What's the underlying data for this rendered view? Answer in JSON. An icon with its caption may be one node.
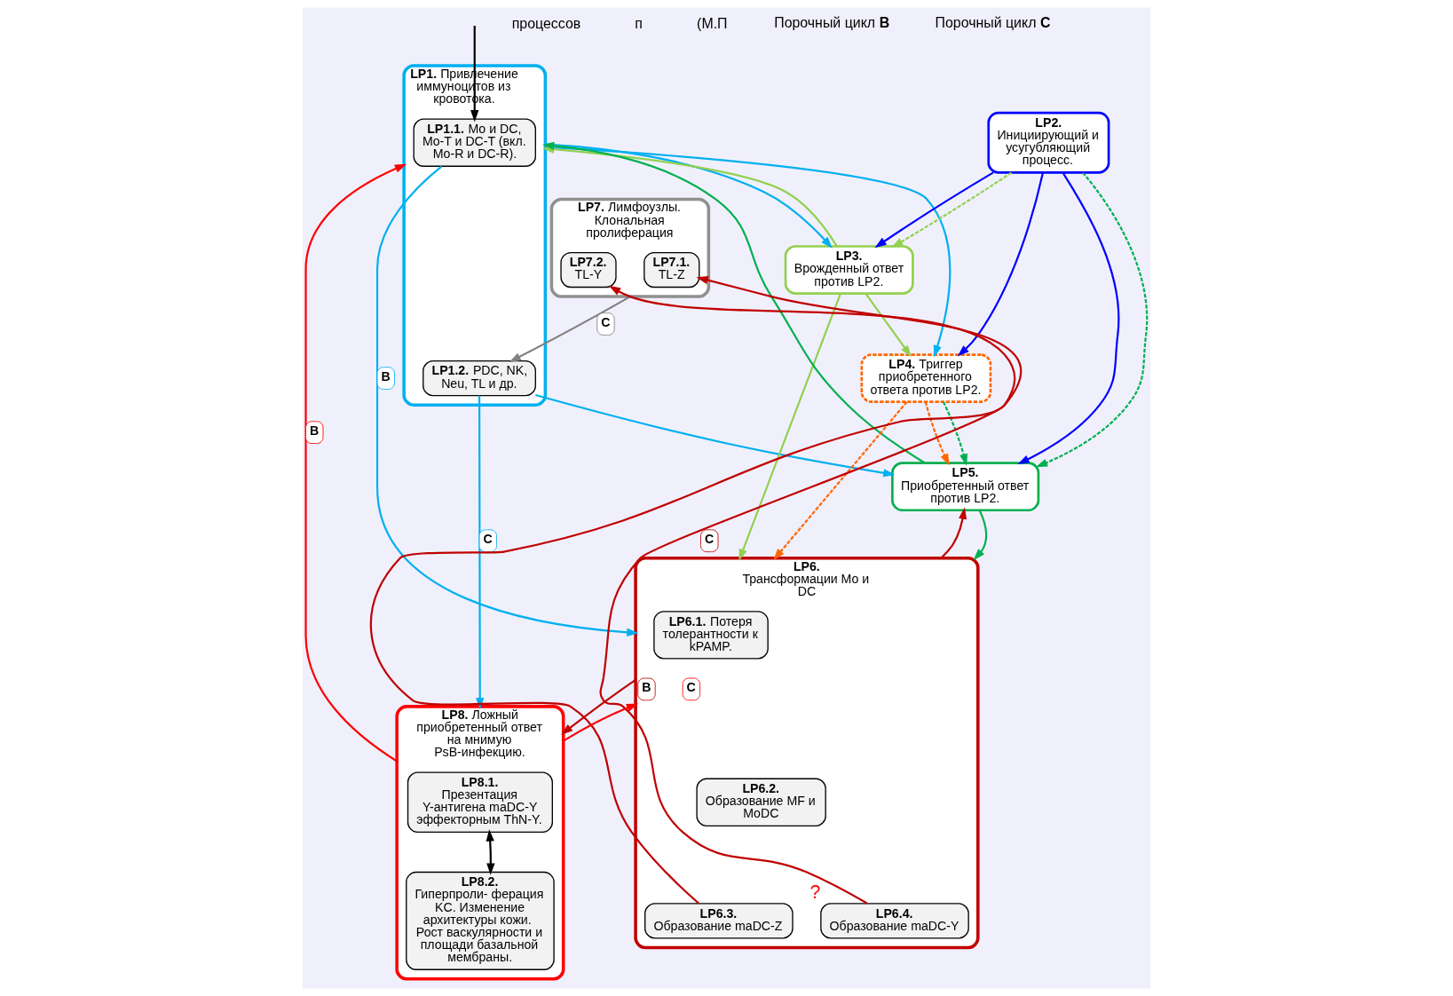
{
  "diagram": {
    "nodes": [
      {
        "text": [
          "**LP1.** Привлечение иммуноцитов из кровотока."
        ]
      },
      {
        "text": [
          "**LP1.1.** Mo и DC, Mo-T и DC-T (вкл. Mo-R и DC-R)."
        ],
        "in": 0
      },
      {
        "text": [
          "**LP1.2.** PDC, NK, Neu, TL и др."
        ],
        "in": 0
      },
      {
        "text": [
          "LP2.",
          "Инициирующий и усугубляющий процесс."
        ]
      },
      {
        "text": [
          "LP3.",
          "Врожденный ответ против LP2."
        ]
      },
      {
        "text": [
          "LP5.",
          "Приобретенный ответ против LP2."
        ]
      },
      {
        "text": [
          "**LP7.** Лимфоузлы. Клональная пролиферация"
        ]
      },
      {
        "text": [
          "LP7.1.",
          "TL-Z"
        ],
        "in": 6
      },
      {
        "text": [
          "LP7.2.",
          "TL-Y"
        ],
        "in": 6
      },
      {
        "text": [
          "**LP4.** Триггер приобретенного ответа против LP2."
        ]
      },
      {
        "text": [
          "**LP6.** Трансформации Mo и DC"
        ]
      },
      {
        "text": [
          "**LP6.1.** Потеря толерантности к kPAMP."
        ],
        "in": 10
      },
      {
        "text": [
          "**LP6.2.** Образование MF и MoDC"
        ],
        "in": 10
      },
      {
        "text": [
          "LP6.3.",
          "Образование maDC-Z"
        ],
        "in": 10
      },
      {
        "text": [
          "LP6.4.",
          "Образование maDC-Y"
        ],
        "in": 10,
        "beside": [
          "?"
        ]
      },
      {
        "text": [
          "**LP8.** Ложный приобретенный ответ на мнимую PsB-инфекцию."
        ]
      },
      {
        "text": [
          "LP8.1.",
          "Презентация Y-антигена maDC-Y эффекторным ThN-Y."
        ],
        "in": 15
      },
      {
        "text": [
          "LP8.2.",
          "Гиперпроли- ферация KC. Изменение архитектуры кожи.  Рост васкулярности и площади базальной мембраны."
        ],
        "in": 15
      }
    ],
    "edges": [
      {
        "from": null,
        "to": 1,
        "arrow": "to",
        "color": "#000000"
      },
      {
        "from": 0,
        "to": 4,
        "arrow": "to",
        "color": "#00b0f0"
      },
      {
        "from": 0,
        "to": 9,
        "arrow": "to",
        "color": "#00b0f0"
      },
      {
        "from": 4,
        "to": 0,
        "arrow": "to",
        "color": "#92d050"
      },
      {
        "from": 3,
        "to": 4,
        "arrow": "to",
        "color": "#0000ff"
      },
      {
        "from": 3,
        "to": 4,
        "arrow": "to",
        "style": "dashed",
        "color": "#92d050"
      },
      {
        "from": 3,
        "to": 5,
        "arrow": "to",
        "color": "#0000ff"
      },
      {
        "from": 3,
        "to": 5,
        "arrow": "to",
        "style": "dashed",
        "color": "#00b050"
      },
      {
        "from": 3,
        "to": 9,
        "arrow": "to",
        "color": "#0000ff"
      },
      {
        "from": 2,
        "to": 5,
        "arrow": "to",
        "color": "#00b0f0"
      },
      {
        "from": 5,
        "to": 0,
        "arrow": "to",
        "color": "#00b050"
      },
      {
        "from": 4,
        "to": 9,
        "arrow": "to",
        "color": "#92d050"
      },
      {
        "from": 4,
        "to": 10,
        "arrow": "to",
        "color": "#92d050"
      },
      {
        "from": 9,
        "to": 5,
        "arrow": "to",
        "style": "dashed",
        "color": "#ff6600"
      },
      {
        "from": 9,
        "to": 5,
        "arrow": "to",
        "style": "dashed",
        "color": "#00b050"
      },
      {
        "from": 9,
        "to": 10,
        "arrow": "to",
        "style": "dashed",
        "color": "#ff6600"
      },
      {
        "from": 5,
        "to": 10,
        "arrow": "to",
        "color": "#00b050"
      },
      {
        "from": 10,
        "to": 5,
        "arrow": "to",
        "color": "#c00000"
      },
      {
        "from": 6,
        "to": 2,
        "arrow": "to",
        "label": "C",
        "color": "#808080"
      },
      {
        "from": 1,
        "to": 10,
        "arrow": "to",
        "label": "B",
        "color": "#00b0f0"
      },
      {
        "from": 2,
        "to": 15,
        "arrow": "to",
        "label": "C",
        "color": "#00b0f0"
      },
      {
        "from": 15,
        "to": 0,
        "arrow": "to",
        "label": "B",
        "color": "#ff0000"
      },
      {
        "from": 10,
        "to": 15,
        "arrow": "to",
        "label": "B",
        "color": "#c00000"
      },
      {
        "from": 15,
        "to": 10,
        "arrow": "to",
        "label": "C",
        "color": "#ff0000"
      },
      {
        "from": 16,
        "to": 17,
        "arrow": "both",
        "color": "#000000"
      },
      {
        "from": 13,
        "to": 7,
        "arrow": "to",
        "color": "#c00000"
      },
      {
        "from": 14,
        "to": 8,
        "arrow": "to",
        "label": "C",
        "color": "#c00000"
      }
    ],
    "labels": [
      "процессов",
      "п",
      "(М.П",
      "Порочный цикл **B**",
      "Порочный цикл **C**"
    ]
  }
}
